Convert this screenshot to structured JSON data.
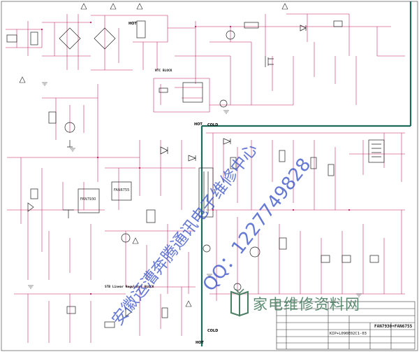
{
  "title_block": {
    "model": "FAN7930+FAN6755",
    "drawing_no": "KIP+L090E02C1-03"
  },
  "zones": {
    "hot_top": "HOT",
    "hot_mid": "HOT",
    "cold_mid": "COLD",
    "hot_bottom": "HOT",
    "cold_bottom": "COLD"
  },
  "blocks": {
    "ntc": "NTC BLOCK",
    "stb": "STB Linear Regulator BLOCK"
  },
  "chips": [
    "FAN7930",
    "FAN6755"
  ],
  "watermark": {
    "line1": "安徽运漕奔腾通讯电子维修中心",
    "line2": "QQ：1227749828"
  },
  "logo": {
    "text": "家电维修资料网"
  },
  "colors": {
    "wire": "#c2185b",
    "component": "#222222",
    "divider": "#1e6b5a",
    "watermark": "#3a53c8",
    "logo": "#4b7f63"
  }
}
